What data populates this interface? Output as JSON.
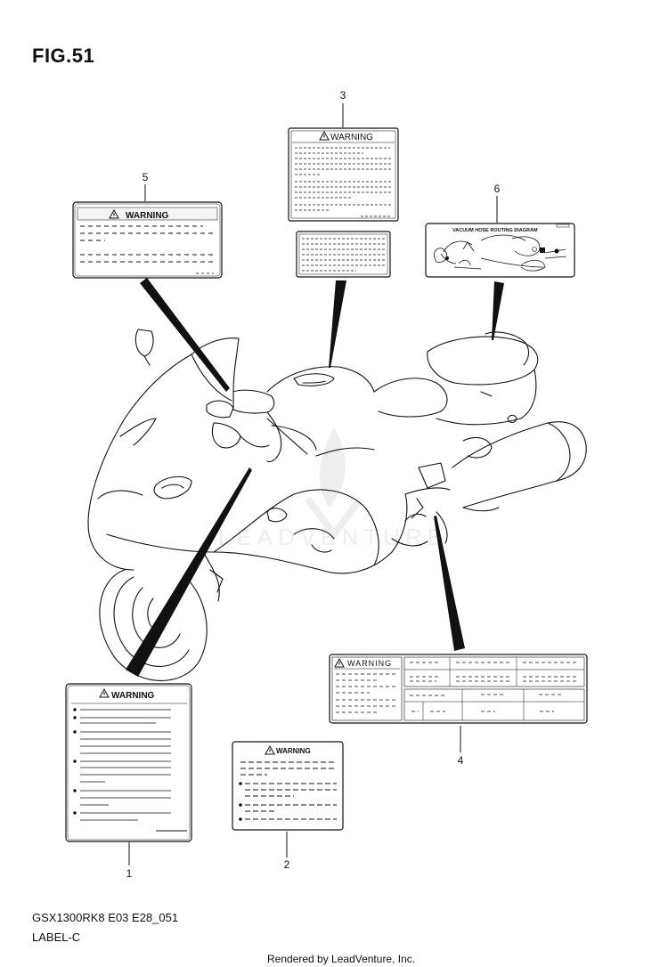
{
  "figure": {
    "title": "FIG.51",
    "code": "GSX1300RK8 E03 E28_051",
    "label": "LABEL-C",
    "rendered_by": "Rendered by LeadVenture, Inc.",
    "watermark": "LEADVENTURE"
  },
  "callouts": [
    "1",
    "2",
    "3",
    "4",
    "5",
    "6"
  ],
  "labels": {
    "warning": "WARNING",
    "vacuum_title": "VACUUM HOSE ROUTING DIAGRAM"
  }
}
